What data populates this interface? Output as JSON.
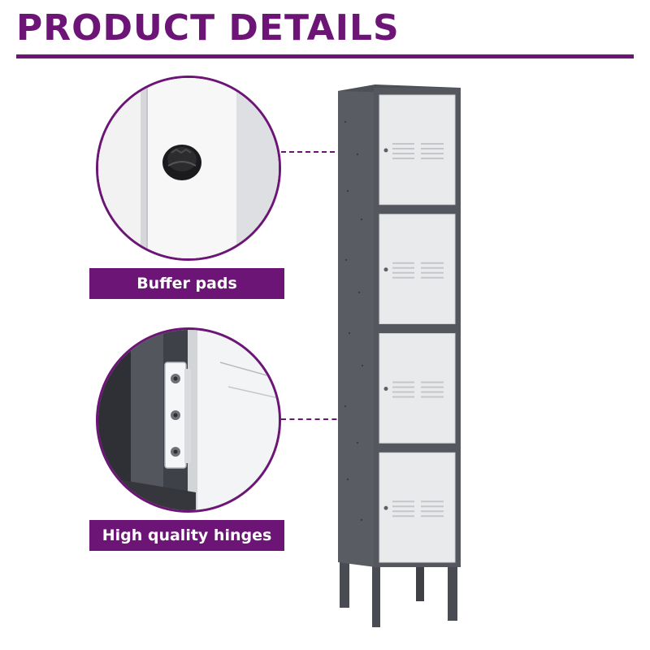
{
  "header": {
    "title": "PRODUCT DETAILS"
  },
  "features": [
    {
      "label": "Buffer pads",
      "icon": "buffer-pad-icon"
    },
    {
      "label": "High quality hinges",
      "icon": "hinge-icon"
    }
  ],
  "product": {
    "doors": 4
  },
  "colors": {
    "accent": "#6c1577",
    "frame": "#55575e",
    "door": "#e9eaec"
  }
}
